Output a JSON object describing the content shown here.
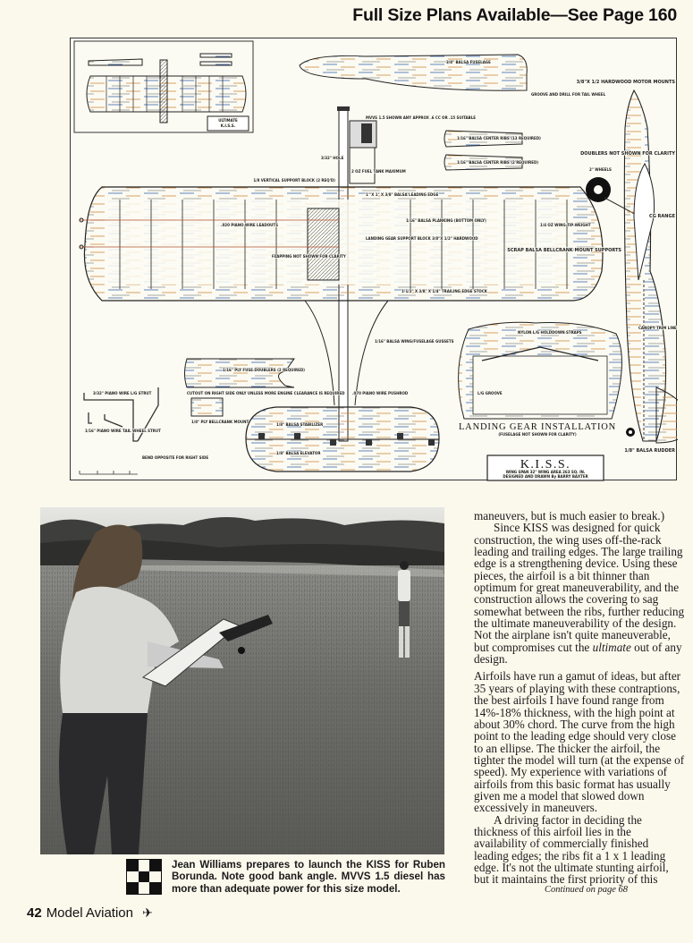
{
  "header": {
    "title": "Full Size Plans Available—See Page 160"
  },
  "plans": {
    "thumbnail_title": [
      "ULTIMATE",
      "K.I.S.S."
    ],
    "labels": {
      "fuselage": "3/8\" BALSA FUSELAGE",
      "groove": "GROOVE AND DRILL FOR TAIL WHEEL",
      "motor_mounts": "3/8\"X 1/2 HARDWOOD MOTOR MOUNTS",
      "engine": "MVVS 1.5 SHOWN ANY APPROX .6 CC OR .15 SUITABLE",
      "ribs13": "1/16\" BALSA CENTER RIBS (13 REQUIRED)",
      "ribs2": "1/16\" BALSA CENTER RIBS (2 REQUIRED)",
      "hole": "3/32\" HOLE",
      "support": "1/8 VERTICAL SUPPORT BLOCK (2 REQ'D)",
      "tank": "2 OZ FUEL TANK MAXIMUM",
      "leading_edge": "1\" X 1\" X 3/8\" BALSA LEADING EDGE",
      "trailing_edge": "1-1/2\" X 3/8\" X 1/4\" TRAILING EDGE STOCK",
      "leadouts": ".020 PIANO WIRE LEADOUTS",
      "flapping": "FLAPPING NOT SHOWN FOR CLARITY",
      "gear_block": "LANDING GEAR SUPPORT BLOCK 3/8\"X 1/2\" HARDWOOD",
      "planking": "1/16\" BALSA PLANKING (BOTTOM ONLY)",
      "tip_weight": "1/4 OZ WING TIP WEIGHT",
      "wheels": "2\" WHEELS",
      "doubler": "DOUBLERS NOT SHOWN FOR CLARITY",
      "cg": "CG RANGE",
      "bellcrank": "SCRAP BALSA BELLCRANK MOUNT SUPPORTS",
      "canopy": "CANOPY TRIM LINE",
      "gussets": "1/16\" BALSA WING/FUSELAGE GUSSETS",
      "fuse_doubler": "1/16\" PLY FUSE DOUBLERS (2 REQUIRED)",
      "cutout": "CUTOUT ON RIGHT SIDE ONLY UNLESS MORE ENGINE CLEARANCE IS REQUIRED",
      "strut": "3/32\" PIANO WIRE L/G STRUT",
      "tailwheel": "1/16\" PIANO WIRE TAIL WHEEL STRUT",
      "bend": "BEND OPPOSITE FOR RIGHT SIDE",
      "bellcrank_mount": "1/8\" PLY BELLCRANK MOUNT",
      "pushrod": ".070 PIANO WIRE PUSHROD",
      "stabilizer": "1/8\" BALSA STABILIZER",
      "elevator": "1/8\" BALSA ELEVATOR",
      "rudder": "1/8\" BALSA RUDDER",
      "straps": "NYLON L/G HOLDDOWN STRAPS",
      "l_groove": "L/G GROOVE"
    },
    "landing_gear": {
      "title": "LANDING GEAR INSTALLATION",
      "subtitle": "(FUSELAGE NOT SHOWN FOR CLARITY)"
    },
    "title_block": {
      "name": "K.I.S.S.",
      "specs": "WING SPAN 32\"   WING AREA 263 SQ. IN.",
      "credit": "DESIGNED AND DRAWN By BARRY BAXTER"
    }
  },
  "caption": "Jean Williams prepares to launch the KISS for Ruben Borunda. Note good bank angle. MVVS 1.5 diesel has more than adequate power for this size model.",
  "body": {
    "p1": [
      "maneuvers, but is much easier to break.)",
      "Since KISS was designed for quick",
      "construction, the wing uses off-the-rack",
      "leading and trailing edges. The large trailing",
      "edge is a strengthening device. Using these",
      "pieces, the airfoil is a bit thinner than",
      "optimum for great maneuverability, and the",
      "construction allows the covering to sag",
      "somewhat between the ribs, further reducing",
      "the ultimate maneuverability of the design.",
      "Not the airplane isn't quite maneuverable,",
      "but compromises cut the "
    ],
    "p1_italic": "ultimate",
    "p1_tail": " out of any",
    "p1_last": "design.",
    "p2": [
      "Airfoils have run a gamut of ideas, but after",
      "35 years of playing with these contraptions,",
      "the best airfoils I have found range from",
      "14%-18% thickness, with the high point at",
      "about 30% chord. The curve from the high",
      "point to the leading edge should very close",
      "to an ellipse. The thicker the airfoil, the",
      "tighter the model will turn (at the expense of",
      "speed). My experience with variations of",
      "airfoils from this basic format has usually",
      "given me a model that slowed down",
      "excessively in maneuvers."
    ],
    "p3": [
      "A driving factor in deciding the",
      "thickness of this airfoil lies in the",
      "availability of commercially finished",
      "leading edges; the ribs fit a 1 x 1 leading",
      "edge. It's not the ultimate stunting airfoil,",
      "but it maintains the first priority of this"
    ],
    "continued": "Continued on page 68"
  },
  "footer": {
    "page": "42",
    "magazine": "Model Aviation",
    "icon": "airplane-icon"
  }
}
